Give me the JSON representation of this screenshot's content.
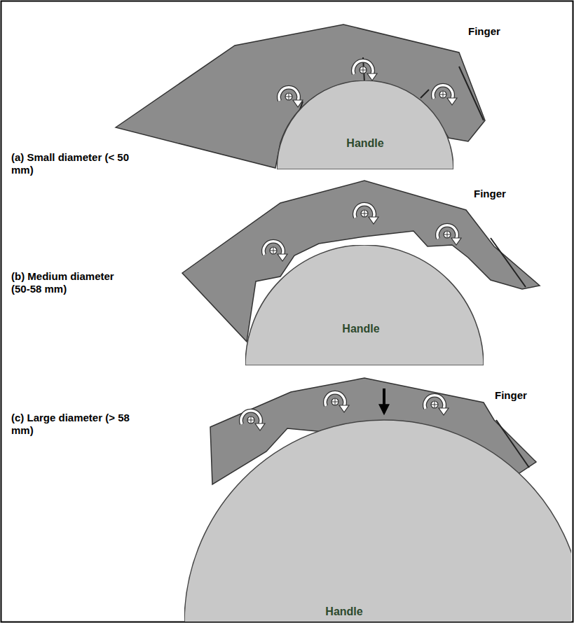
{
  "diagram": {
    "nodes": [
      {
        "text": [
          "Handle"
        ]
      },
      {
        "text": [
          "Handle"
        ]
      },
      {
        "text": [
          "Handle"
        ]
      }
    ],
    "labels": [
      "Finger",
      "(a) Small diameter (< 50 mm)",
      "Finger",
      "(b) Medium diameter (50-58 mm)",
      "Finger",
      "(c) Large diameter (> 58 mm)"
    ]
  }
}
